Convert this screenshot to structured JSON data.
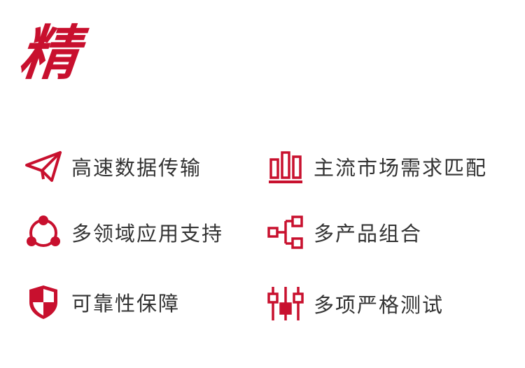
{
  "brand": {
    "char": "精",
    "color": "#c8102e"
  },
  "accent_color": "#c8102e",
  "features": [
    {
      "label": "高速数据传输",
      "icon": "paper-plane-icon"
    },
    {
      "label": "主流市场需求匹配",
      "icon": "bar-chart-icon"
    },
    {
      "label": "多领域应用支持",
      "icon": "share-network-icon"
    },
    {
      "label": "多产品组合",
      "icon": "product-combination-icon"
    },
    {
      "label": "可靠性保障",
      "icon": "shield-icon"
    },
    {
      "label": "多项严格测试",
      "icon": "test-sliders-icon"
    }
  ]
}
